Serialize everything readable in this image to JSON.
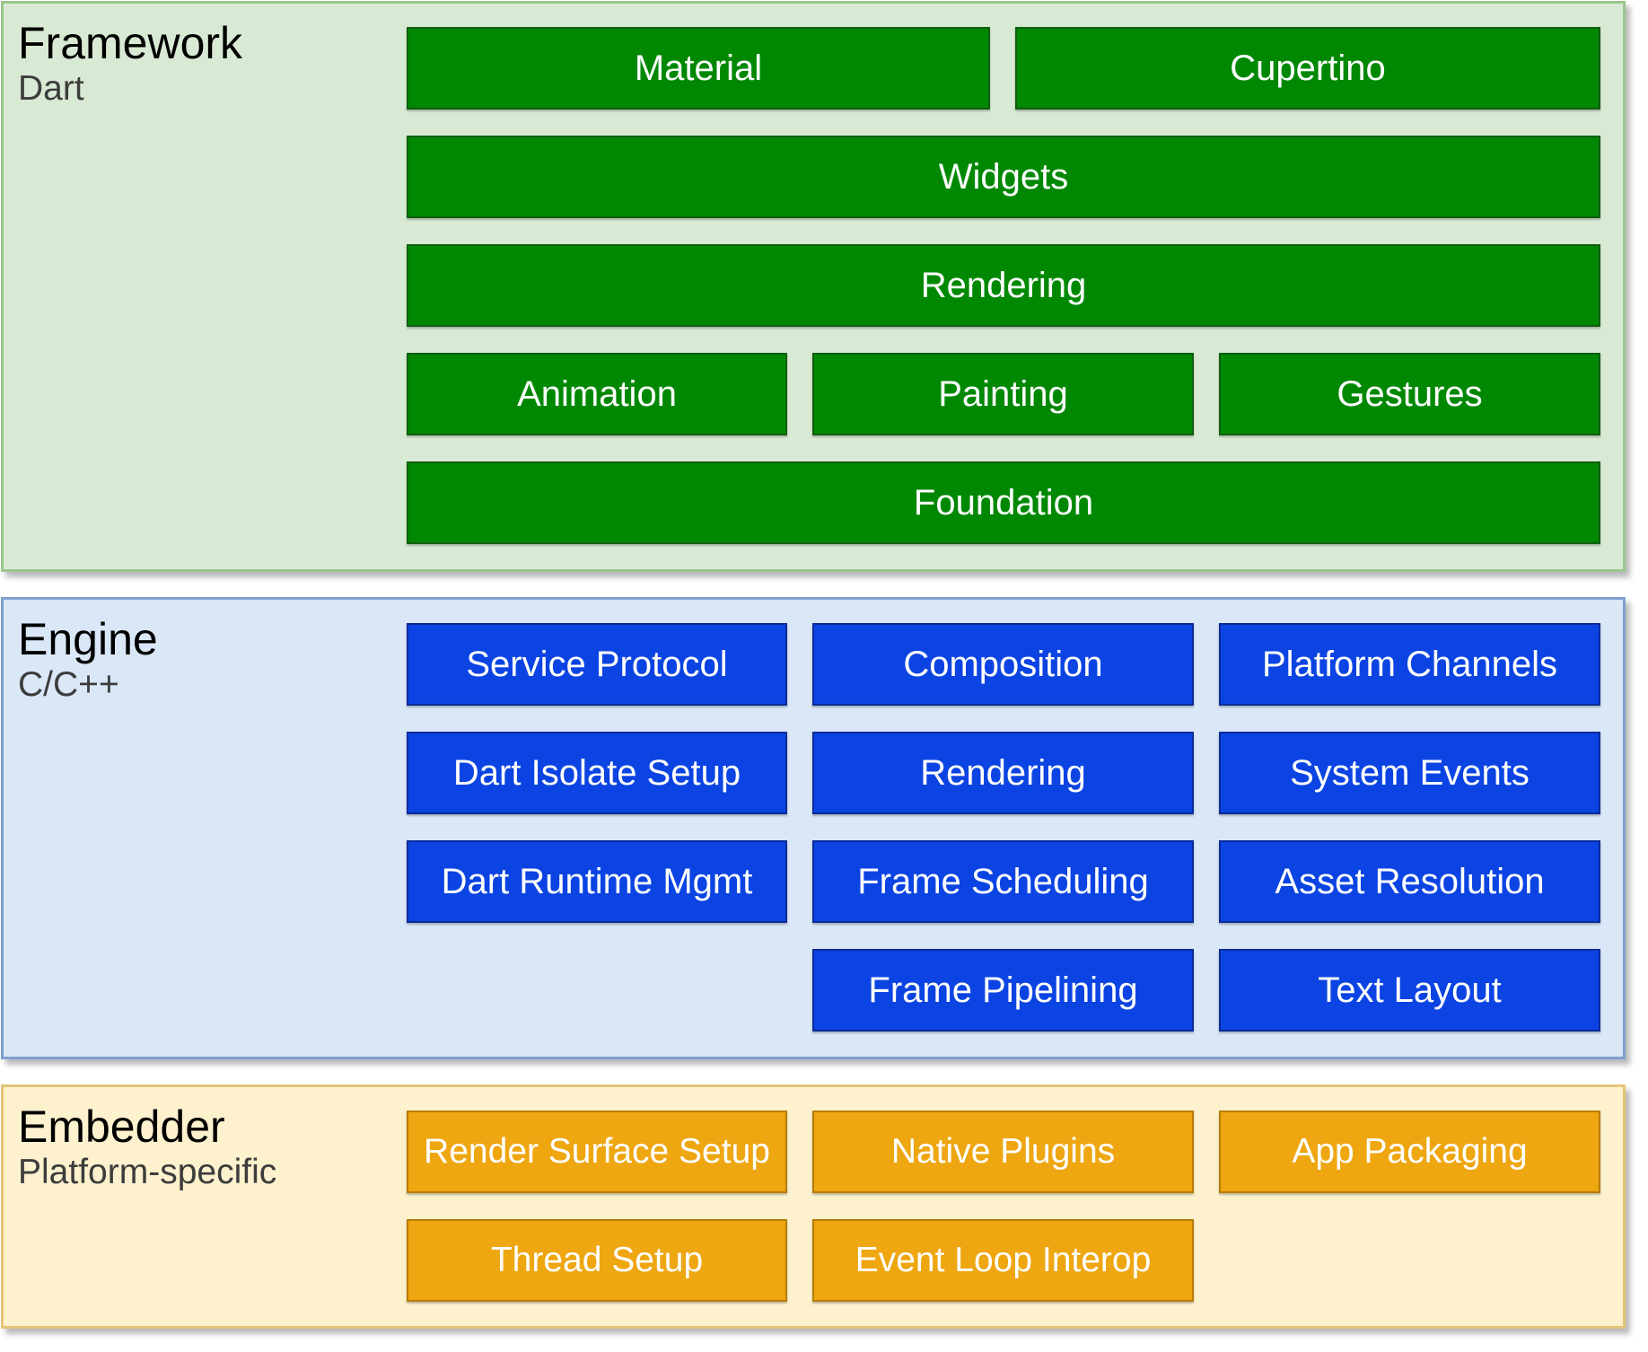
{
  "framework": {
    "title": "Framework",
    "subtitle": "Dart",
    "blocks": {
      "material": "Material",
      "cupertino": "Cupertino",
      "widgets": "Widgets",
      "rendering": "Rendering",
      "animation": "Animation",
      "painting": "Painting",
      "gestures": "Gestures",
      "foundation": "Foundation"
    },
    "color": "#018803"
  },
  "engine": {
    "title": "Engine",
    "subtitle": "C/C++",
    "blocks": {
      "service_protocol": "Service Protocol",
      "composition": "Composition",
      "platform_channels": "Platform Channels",
      "dart_isolate_setup": "Dart Isolate Setup",
      "rendering": "Rendering",
      "system_events": "System Events",
      "dart_runtime_mgmt": "Dart Runtime Mgmt",
      "frame_scheduling": "Frame Scheduling",
      "asset_resolution": "Asset Resolution",
      "frame_pipelining": "Frame Pipelining",
      "text_layout": "Text Layout"
    },
    "color": "#0b44e2"
  },
  "embedder": {
    "title": "Embedder",
    "subtitle": "Platform-specific",
    "blocks": {
      "render_surface_setup": "Render Surface Setup",
      "native_plugins": "Native Plugins",
      "app_packaging": "App Packaging",
      "thread_setup": "Thread Setup",
      "event_loop_interop": "Event Loop Interop"
    },
    "color": "#eea611"
  }
}
